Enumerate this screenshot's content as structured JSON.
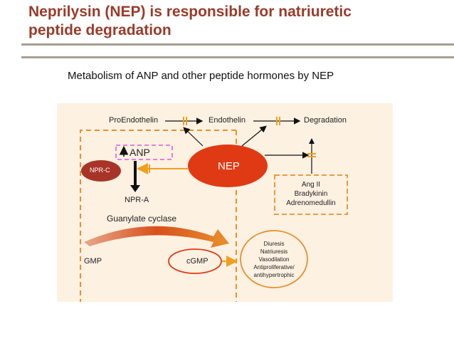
{
  "slide": {
    "title_line1": "Neprilysin (NEP) is responsible for natriuretic",
    "title_line2": "peptide degradation",
    "subtitle": "Metabolism of ANP and other peptide hormones by NEP"
  },
  "diagram": {
    "proendothelin": "ProEndothelin",
    "endothelin": "Endothelin",
    "degradation": "Degradation",
    "anp": "ANP",
    "npr_c": "NPR-C",
    "nep": "NEP",
    "npr_a": "NPR-A",
    "guanylate_cyclase": "Guanylate cyclase",
    "gmp": "GMP",
    "cgmp": "cGMP",
    "other_peptides": [
      "Ang II",
      "Bradykinin",
      "Adrenomedullin"
    ],
    "effects": [
      "Diuresis",
      "Natriuresis",
      "Vasodilation",
      "Antiproliferative/",
      "antihypertrophic"
    ]
  },
  "colors": {
    "title": "#9a3b2a",
    "panel_bg": "#fdf1e2",
    "dashed_orange": "#e8902c",
    "nep_red": "#e03a14",
    "npr_c_brown": "#a83428",
    "anp_pink_dashed": "#e070d8",
    "arrow_orange": "#f0a020"
  }
}
